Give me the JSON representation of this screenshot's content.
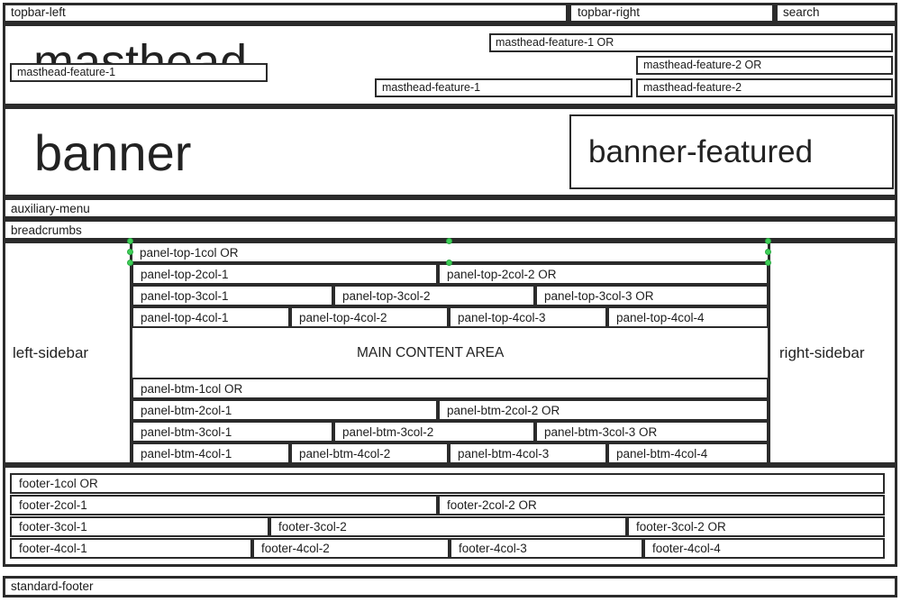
{
  "topbar": {
    "left": "topbar-left",
    "right": "topbar-right",
    "search": "search"
  },
  "masthead": {
    "bg_text": "masthead",
    "feature_1_left": "masthead-feature-1",
    "feature_1_or": "masthead-feature-1 OR",
    "feature_2_or": "masthead-feature-2 OR",
    "feature_1": "masthead-feature-1",
    "feature_2": "masthead-feature-2"
  },
  "banner": {
    "title": "banner",
    "featured": "banner-featured"
  },
  "auxiliary_menu": "auxiliary-menu",
  "breadcrumbs": "breadcrumbs",
  "sidebars": {
    "left": "left-sidebar",
    "right": "right-sidebar"
  },
  "panels_top": {
    "col1": "panel-top-1col OR",
    "col2": [
      "panel-top-2col-1",
      "panel-top-2col-2 OR"
    ],
    "col3": [
      "panel-top-3col-1",
      "panel-top-3col-2",
      "panel-top-3col-3 OR"
    ],
    "col4": [
      "panel-top-4col-1",
      "panel-top-4col-2",
      "panel-top-4col-3",
      "panel-top-4col-4"
    ]
  },
  "main_content": "MAIN CONTENT AREA",
  "panels_btm": {
    "col1": "panel-btm-1col OR",
    "col2": [
      "panel-btm-2col-1",
      "panel-btm-2col-2 OR"
    ],
    "col3": [
      "panel-btm-3col-1",
      "panel-btm-3col-2",
      "panel-btm-3col-3 OR"
    ],
    "col4": [
      "panel-btm-4col-1",
      "panel-btm-4col-2",
      "panel-btm-4col-3",
      "panel-btm-4col-4"
    ]
  },
  "footer": {
    "col1": "footer-1col OR",
    "col2": [
      "footer-2col-1",
      "footer-2col-2 OR"
    ],
    "col3": [
      "footer-3col-1",
      "footer-3col-2",
      "footer-3col-2 OR"
    ],
    "col4": [
      "footer-4col-1",
      "footer-4col-2",
      "footer-4col-3",
      "footer-4col-4"
    ]
  },
  "standard_footer": "standard-footer",
  "handle_color": "#3ecf57"
}
